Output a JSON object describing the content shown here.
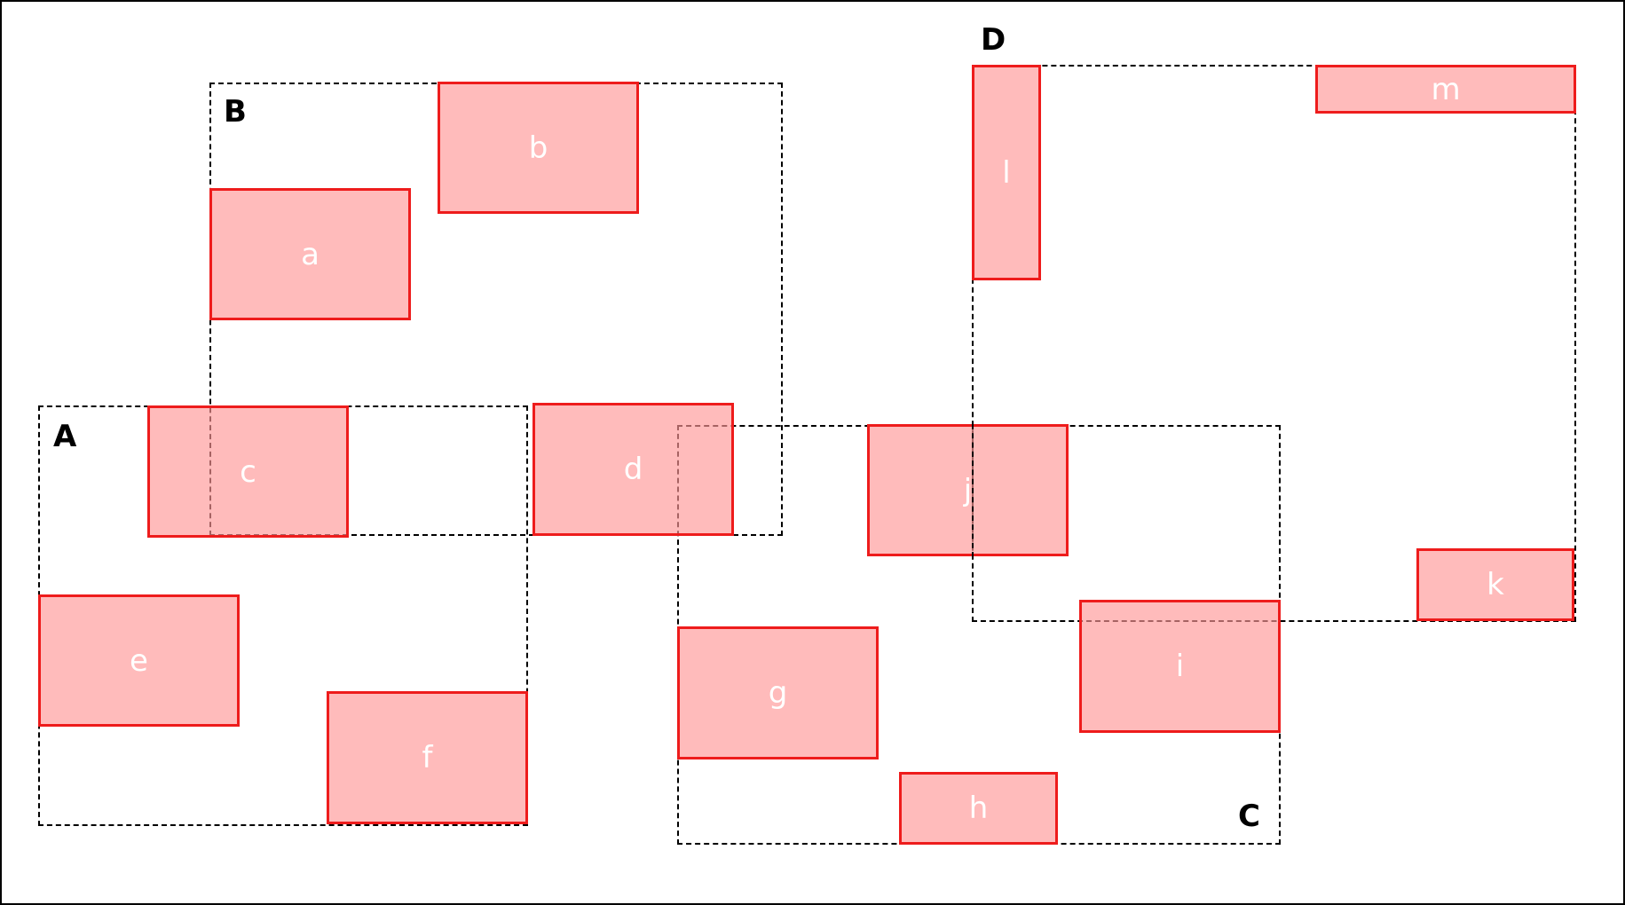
{
  "colors": {
    "box_fill": "#ffb3b3",
    "box_border": "#ee1c1c",
    "box_text": "#ffffff",
    "group_border": "#000000",
    "group_text": "#000000",
    "background": "#ffffff"
  },
  "groups": {
    "A": {
      "label": "A"
    },
    "B": {
      "label": "B"
    },
    "C": {
      "label": "C"
    },
    "D": {
      "label": "D"
    }
  },
  "boxes": {
    "a": {
      "label": "a"
    },
    "b": {
      "label": "b"
    },
    "c": {
      "label": "c"
    },
    "d": {
      "label": "d"
    },
    "e": {
      "label": "e"
    },
    "f": {
      "label": "f"
    },
    "g": {
      "label": "g"
    },
    "h": {
      "label": "h"
    },
    "i": {
      "label": "i"
    },
    "j": {
      "label": "j"
    },
    "k": {
      "label": "k"
    },
    "l": {
      "label": "l"
    },
    "m": {
      "label": "m"
    }
  }
}
